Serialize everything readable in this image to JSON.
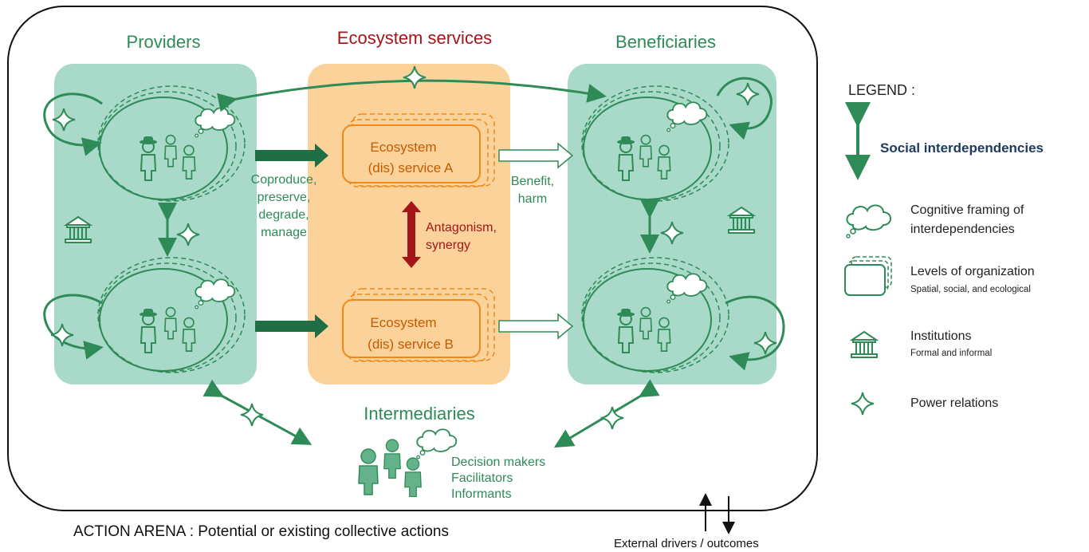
{
  "titles": {
    "providers": "Providers",
    "services": "Ecosystem services",
    "beneficiaries": "Beneficiaries",
    "intermediaries": "Intermediaries"
  },
  "services": {
    "a_line1": "Ecosystem",
    "a_line2": "(dis) service A",
    "b_line1": "Ecosystem",
    "b_line2": "(dis) service B"
  },
  "flows": {
    "provider_actions": [
      "Coproduce,",
      "preserve,",
      "degrade,",
      "manage"
    ],
    "benefit": [
      "Benefit,",
      "harm"
    ],
    "interaction": [
      "Antagonism,",
      "synergy"
    ]
  },
  "intermediaries_roles": [
    "Decision makers",
    "Facilitators",
    "Informants"
  ],
  "footer": {
    "arena": "ACTION ARENA : Potential or existing collective actions",
    "drivers": "External drivers / outcomes"
  },
  "legend": {
    "title": "LEGEND :",
    "items": [
      {
        "icon": "double-arrow-icon",
        "label": "Social interdependencies",
        "sub": ""
      },
      {
        "icon": "thought-bubble-icon",
        "label": "Cognitive framing of",
        "label2": "interdependencies",
        "sub": ""
      },
      {
        "icon": "stacked-frames-icon",
        "label": "Levels of organization",
        "sub": "Spatial, social, and ecological"
      },
      {
        "icon": "institution-icon",
        "label": "Institutions",
        "sub": "Formal and informal"
      },
      {
        "icon": "four-point-star-icon",
        "label": "Power relations",
        "sub": ""
      }
    ]
  },
  "colors": {
    "green": "#2e8b57",
    "dark_green": "#1f6e46",
    "teal_fill": "#a9d9c9",
    "orange_fill": "#fbd39a",
    "orange_line": "#ee8a1a",
    "red": "#a4161a",
    "text_orange": "#c65a00"
  }
}
